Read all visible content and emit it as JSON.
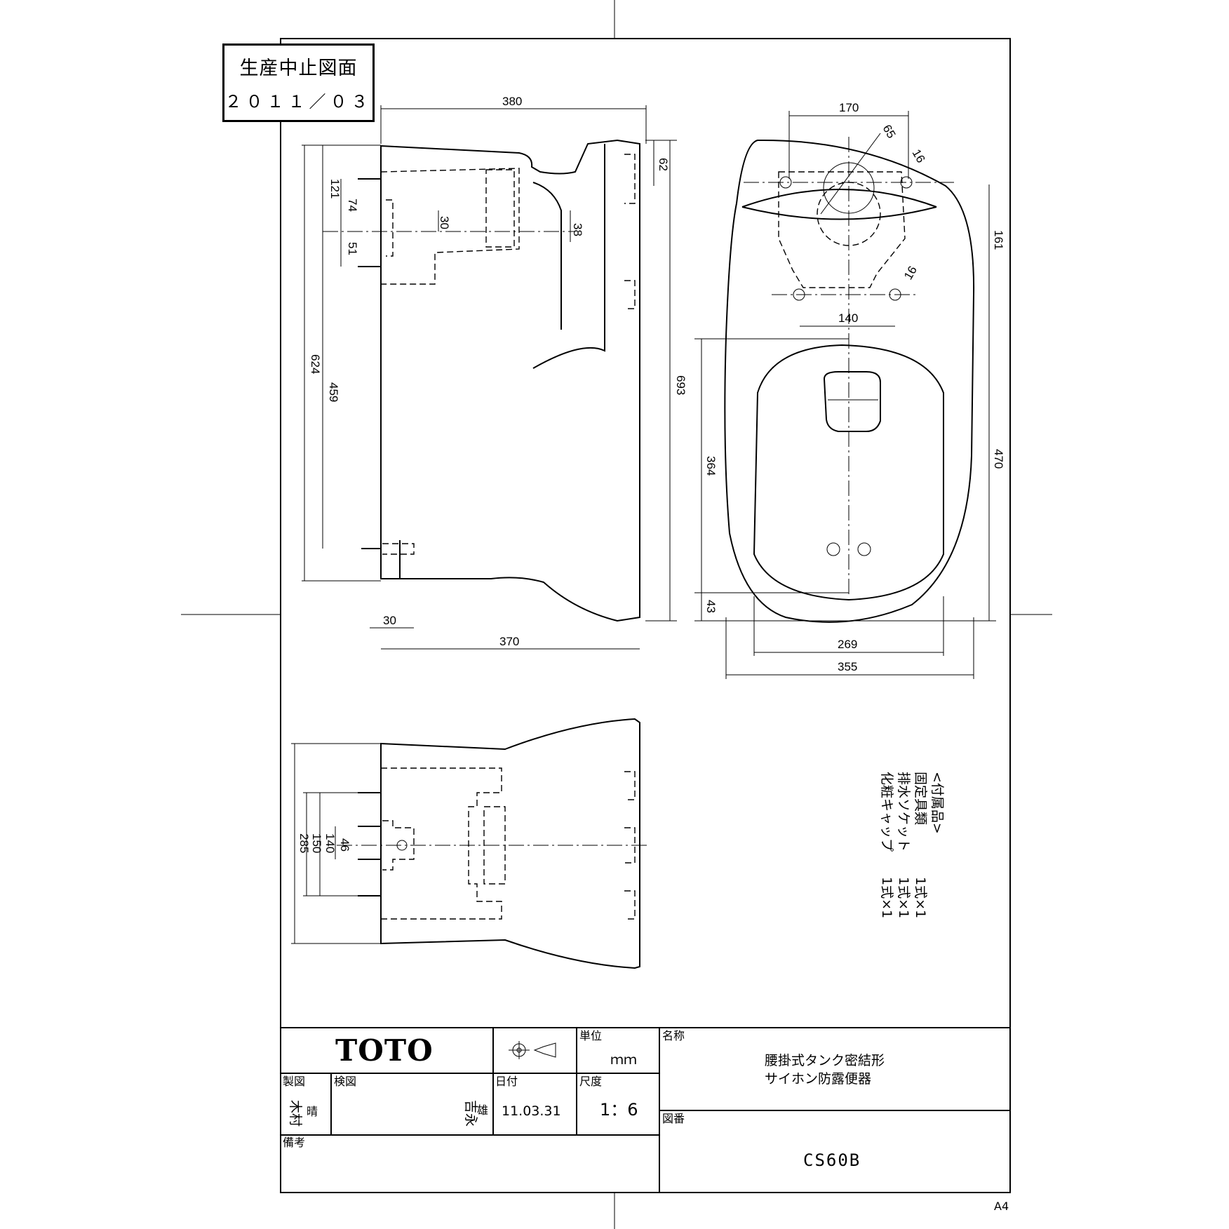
{
  "stamp": {
    "line1": "生産中止図面",
    "line2": "２０１１／０３"
  },
  "dimensions": {
    "side": {
      "d380": "380",
      "d62": "62",
      "d121": "121",
      "d74": "74",
      "d30a": "30",
      "d38": "38",
      "d51": "51",
      "d624": "624",
      "d459": "459",
      "d693": "693",
      "d30b": "30",
      "d370": "370"
    },
    "top": {
      "d170": "170",
      "d65": "65",
      "d16a": "16",
      "d161": "161",
      "d16b": "16",
      "d140": "140",
      "d364": "364",
      "d470": "470",
      "d43": "43",
      "d269": "269",
      "d355": "355"
    },
    "bottom": {
      "d46": "46",
      "d140": "140",
      "d150": "150",
      "d285": "285"
    }
  },
  "accessories": {
    "heading": "<付属品>",
    "items": [
      {
        "name": "固定具類",
        "qty": "1式×1"
      },
      {
        "name": "排水ソケット",
        "qty": "1式×1"
      },
      {
        "name": "化粧キャップ",
        "qty": "1式×1"
      }
    ]
  },
  "title_block": {
    "brand": "TOTO",
    "unit_label": "単位",
    "unit_value": "ｍｍ",
    "name_label": "名称",
    "name_line1": "腰掛式タンク密結形",
    "name_line2": "サイホン防露便器",
    "drawn_label": "製図",
    "drawn_value": "木村",
    "drawn_stamp": "晴",
    "check_label": "検図",
    "check_value": "吉永",
    "check_stamp": "雄",
    "date_label": "日付",
    "date_value": "11.03.31",
    "scale_label": "尺度",
    "scale_value": "1：6",
    "drawing_no_label": "図番",
    "drawing_no_value": "CS60B",
    "remarks_label": "備考"
  },
  "paper_size": "A4"
}
